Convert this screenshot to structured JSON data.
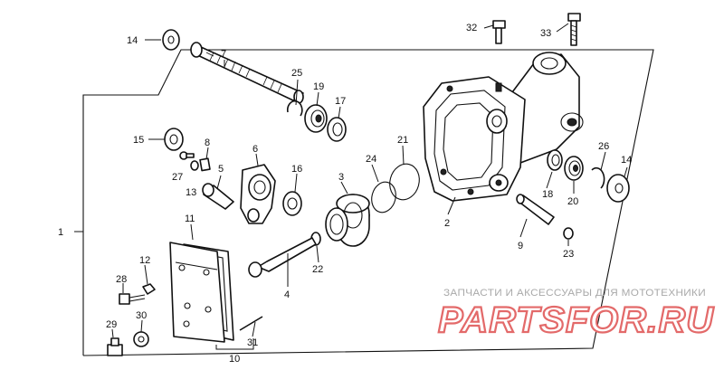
{
  "diagram": {
    "callouts": [
      {
        "id": "p1",
        "text": "1"
      },
      {
        "id": "p2",
        "text": "2"
      },
      {
        "id": "p3",
        "text": "3"
      },
      {
        "id": "p4",
        "text": "4"
      },
      {
        "id": "p5",
        "text": "5"
      },
      {
        "id": "p6",
        "text": "6"
      },
      {
        "id": "p7",
        "text": "7"
      },
      {
        "id": "p8",
        "text": "8"
      },
      {
        "id": "p9",
        "text": "9"
      },
      {
        "id": "p10",
        "text": "10"
      },
      {
        "id": "p11",
        "text": "11"
      },
      {
        "id": "p12",
        "text": "12"
      },
      {
        "id": "p13",
        "text": "13"
      },
      {
        "id": "p14a",
        "text": "14"
      },
      {
        "id": "p14b",
        "text": "14"
      },
      {
        "id": "p15",
        "text": "15"
      },
      {
        "id": "p16",
        "text": "16"
      },
      {
        "id": "p17",
        "text": "17"
      },
      {
        "id": "p18",
        "text": "18"
      },
      {
        "id": "p19",
        "text": "19"
      },
      {
        "id": "p20",
        "text": "20"
      },
      {
        "id": "p21",
        "text": "21"
      },
      {
        "id": "p22",
        "text": "22"
      },
      {
        "id": "p23",
        "text": "23"
      },
      {
        "id": "p24",
        "text": "24"
      },
      {
        "id": "p25",
        "text": "25"
      },
      {
        "id": "p26",
        "text": "26"
      },
      {
        "id": "p27",
        "text": "27"
      },
      {
        "id": "p28",
        "text": "28"
      },
      {
        "id": "p29",
        "text": "29"
      },
      {
        "id": "p30",
        "text": "30"
      },
      {
        "id": "p31",
        "text": "31"
      },
      {
        "id": "p32",
        "text": "32"
      },
      {
        "id": "p33",
        "text": "33"
      }
    ]
  },
  "watermark": {
    "caption": "ЗАПЧАСТИ И АКСЕССУАРЫ ДЛЯ МОТОТЕХНИКИ",
    "logo": "PARTSFOR.RU",
    "logo_color": "#e36a6a"
  }
}
